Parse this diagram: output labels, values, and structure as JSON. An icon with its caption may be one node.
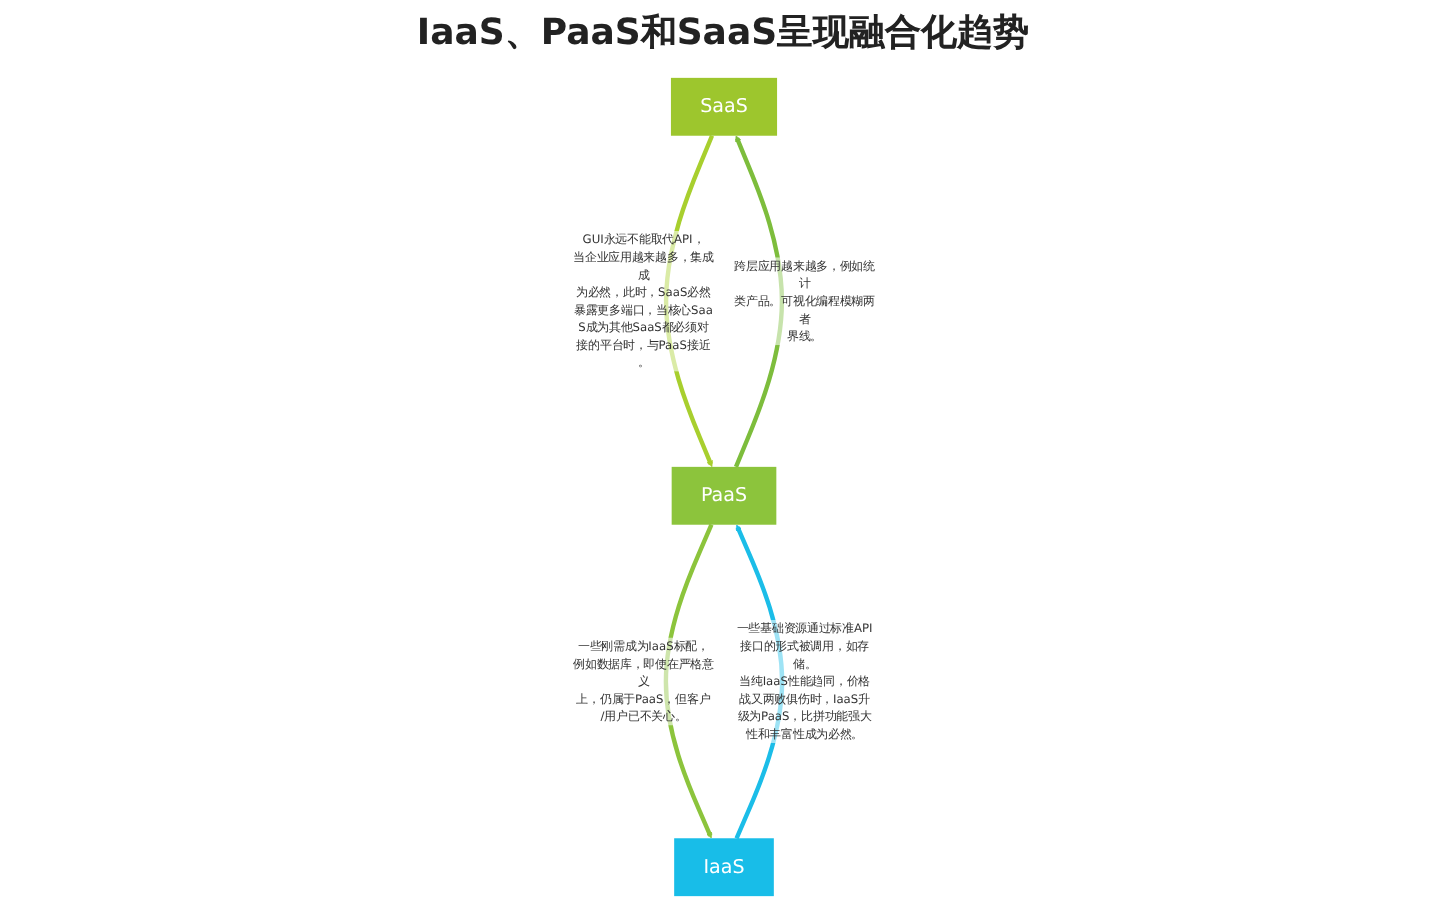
{
  "diagram": {
    "title": "IaaS、PaaS和SaaS呈现融合化趋势",
    "nodes": [
      {
        "text": [
          "SaaS"
        ]
      },
      {
        "text": [
          "PaaS"
        ]
      },
      {
        "text": [
          "IaaS"
        ]
      }
    ],
    "edges": [
      {
        "from": 0,
        "to": 1,
        "arrow": "to",
        "label": "GUI永远不能取代API，当企业应用越来越多，集成成为必然，此时，SaaS必然暴露更多端口，当核心SaaS成为其他SaaS都必须对接的平台时，与PaaS接近。",
        "color": "#a8cf2e"
      },
      {
        "from": 1,
        "to": 0,
        "arrow": "to",
        "label": "跨层应用越来越多，例如统计类产品。可视化编程模糊两者界线。",
        "color": "#7dbd3c"
      },
      {
        "from": 1,
        "to": 2,
        "arrow": "to",
        "label": "一些刚需成为IaaS标配，例如数据库，即使在严格意义上，仍属于PaaS，但客户/用户已不关心。",
        "color": "#8cc43c"
      },
      {
        "from": 2,
        "to": 1,
        "arrow": "to",
        "label": "一些基础资源通过标准API接口的形式被调用，如存储。当纯IaaS性能趋同，价格战又两败俱伤时，IaaS升级为PaaS，比拼功能强大性和丰富性成为必然。",
        "color": "#1bbde8"
      }
    ]
  }
}
